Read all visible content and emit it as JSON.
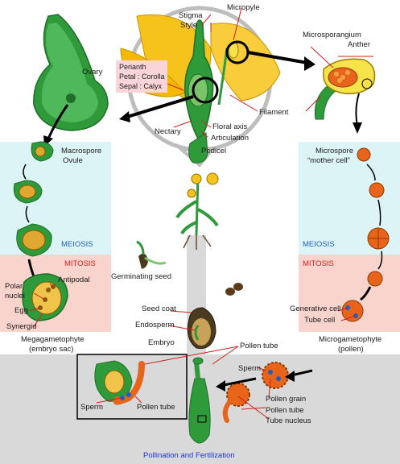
{
  "labels": {
    "stigma": "Stigma",
    "style": "Style",
    "micropyle": "Micropyle",
    "ovary": "Ovary",
    "perianth_1": "Perianth",
    "perianth_2": "Petal : Corolla",
    "perianth_3": "Sepal : Calyx",
    "nectary": "Nectary",
    "floral_axis": "Floral axis",
    "articulation": "Articulation",
    "pedicel": "Pedicel",
    "microsporangium": "Microsporangium",
    "anther": "Anther",
    "filament": "Filament",
    "macrospore": "Macrospore",
    "ovule": "Ovule",
    "microspore_1": "Microspore",
    "microspore_2": "“mother cell”",
    "meiosis_left": "MEIOSIS",
    "meiosis_right": "MEIOSIS",
    "mitosis_left": "MITOSIS",
    "mitosis_right": "MITOSIS",
    "polar_nuclei_1": "Polar",
    "polar_nuclei_2": "nuclei",
    "antipodal": "Antipodal",
    "egg": "Egg",
    "synergid": "Synergid",
    "megagametophyte_1": "Megagametophyte",
    "megagametophyte_2": "(embryo sac)",
    "germinating_seed": "Germinating seed",
    "seed_coat": "Seed coat",
    "endosperm": "Endosperm",
    "embryo": "Embryo",
    "generative_cell": "Generative cell",
    "tube_cell": "Tube cell",
    "microgametophyte_1": "Microgametophyte",
    "microgametophyte_2": "(pollen)",
    "pollen_tube_top": "Pollen tube",
    "sperm_box": "Sperm",
    "pollen_tube_box": "Pollen tube",
    "sperm_right": "Sperm",
    "pollen_grain": "Pollen grain",
    "pollen_tube_right": "Pollen tube",
    "tube_nucleus": "Tube nucleus",
    "pollination": "Pollination and Fertilization"
  },
  "colors": {
    "plant_green": "#2e9a3a",
    "dark_green": "#1f6e28",
    "petal_yellow": "#f6c21c",
    "cyan_panel": "#ddf4f7",
    "pink_panel": "#f9d4cc",
    "gray_panel": "#d9d9d9",
    "pollen_orange": "#e8641a",
    "meiosis_blue": "#1f5fbf",
    "mitosis_red": "#d11f1f",
    "pollination_blue": "#1a35d6"
  }
}
